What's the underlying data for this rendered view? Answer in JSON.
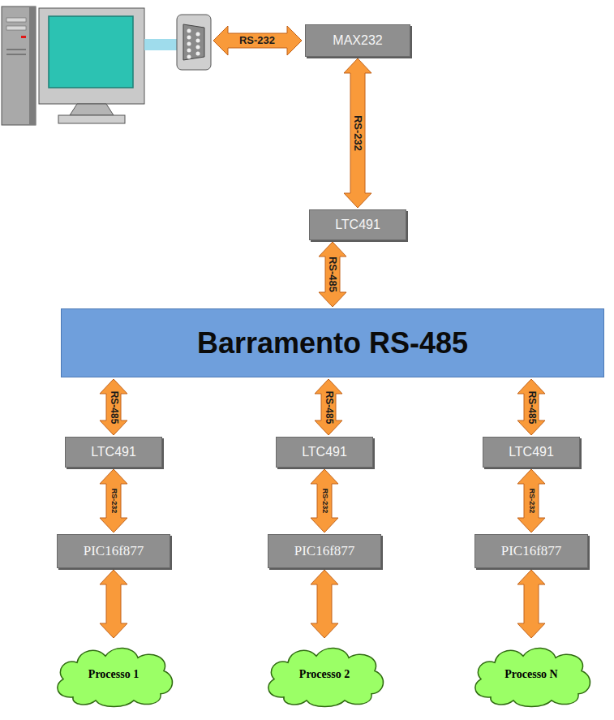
{
  "diagram": {
    "nodes": [
      {
        "text": [
          "MAX232"
        ]
      },
      {
        "text": [
          "LTC491"
        ]
      },
      {
        "text": [
          "Barramento RS-485"
        ]
      },
      {
        "text": [
          "LTC491"
        ]
      },
      {
        "text": [
          "LTC491"
        ]
      },
      {
        "text": [
          "LTC491"
        ]
      },
      {
        "text": [
          "PIC16f877"
        ]
      },
      {
        "text": [
          "PIC16f877"
        ]
      },
      {
        "text": [
          "PIC16f877"
        ]
      },
      {
        "text": [
          "Processo 1"
        ]
      },
      {
        "text": [
          "Processo 2"
        ]
      },
      {
        "text": [
          "Processo N"
        ]
      }
    ],
    "edges": [
      {
        "from": 0,
        "to": 1,
        "label": "RS-232",
        "arrow": "both"
      },
      {
        "from": 1,
        "to": 2,
        "label": "RS-485",
        "arrow": "both"
      },
      {
        "from": 2,
        "to": 3,
        "label": "RS-485",
        "arrow": "both"
      },
      {
        "from": 2,
        "to": 4,
        "label": "RS-485",
        "arrow": "both"
      },
      {
        "from": 2,
        "to": 5,
        "label": "RS-485",
        "arrow": "both"
      },
      {
        "from": 3,
        "to": 6,
        "label": "RS-232",
        "arrow": "both"
      },
      {
        "from": 4,
        "to": 7,
        "label": "RS-232",
        "arrow": "both"
      },
      {
        "from": 5,
        "to": 8,
        "label": "RS-232",
        "arrow": "both"
      },
      {
        "from": 6,
        "to": 9,
        "arrow": "both"
      },
      {
        "from": 7,
        "to": 10,
        "arrow": "both"
      },
      {
        "from": 8,
        "to": 11,
        "arrow": "both"
      }
    ],
    "labels": [
      "RS-232"
    ]
  }
}
